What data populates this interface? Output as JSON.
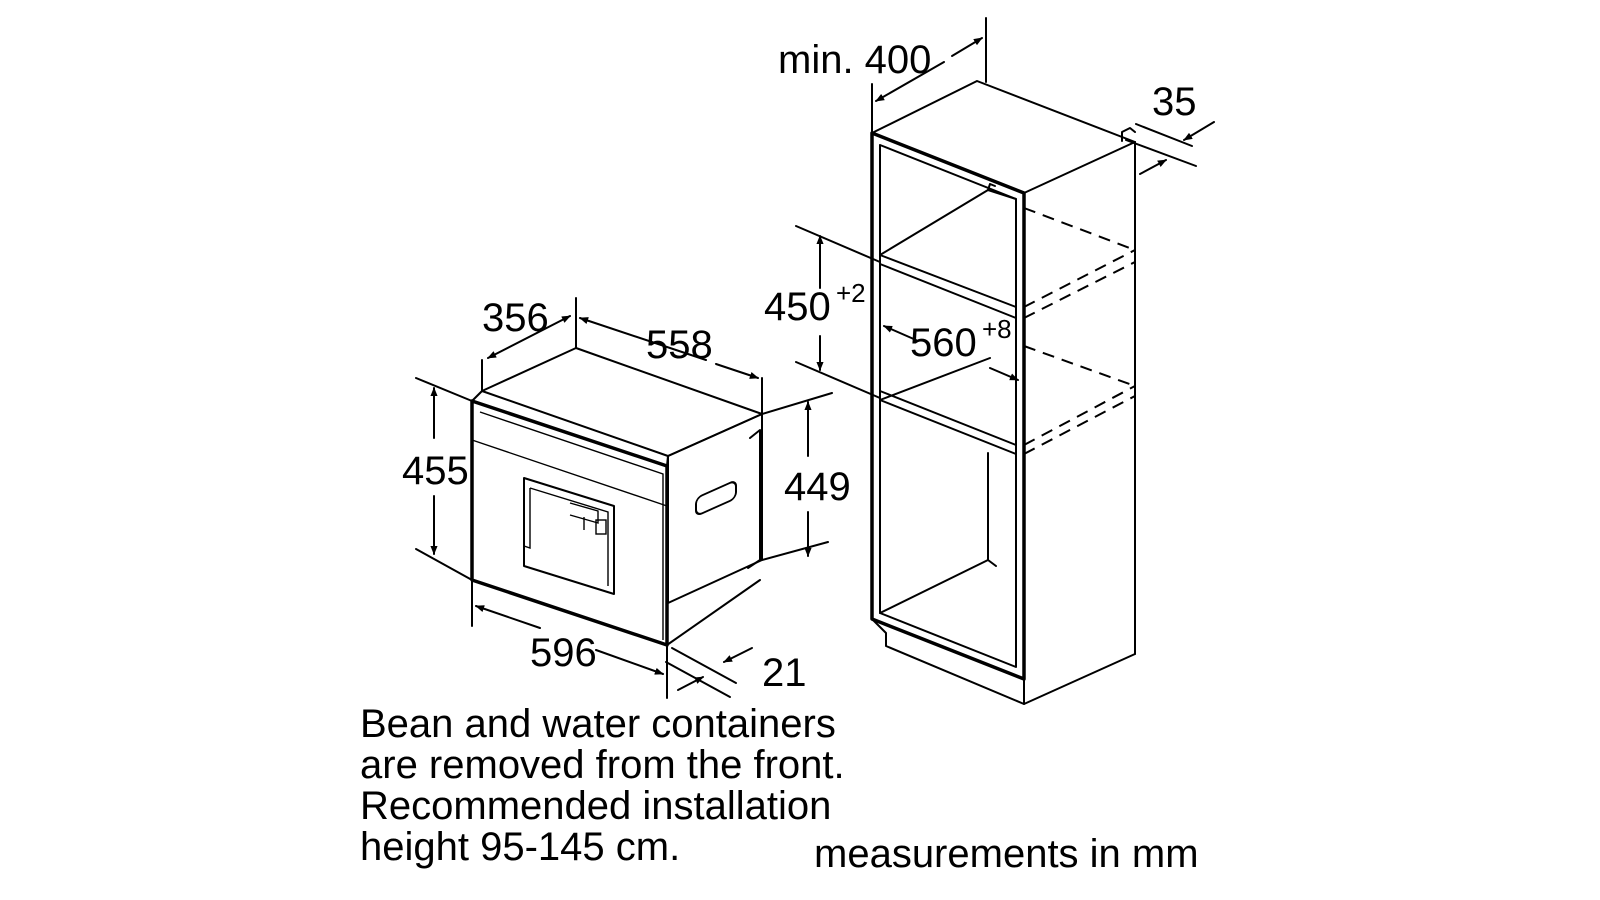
{
  "dimensions": {
    "appliance": {
      "depth": "356",
      "depth_body": "558",
      "height_front": "455",
      "height_body": "449",
      "width": "596",
      "panel_thickness": "21"
    },
    "niche": {
      "min_width": "min. 400",
      "side_offset": "35",
      "height": "450",
      "height_tolerance": "+2",
      "width": "560",
      "width_tolerance": "+8"
    }
  },
  "notes": {
    "line1": "Bean and water containers",
    "line2": "are removed from the front.",
    "line3": "Recommended installation",
    "line4": "height 95-145 cm."
  },
  "units_caption": "measurements in mm"
}
